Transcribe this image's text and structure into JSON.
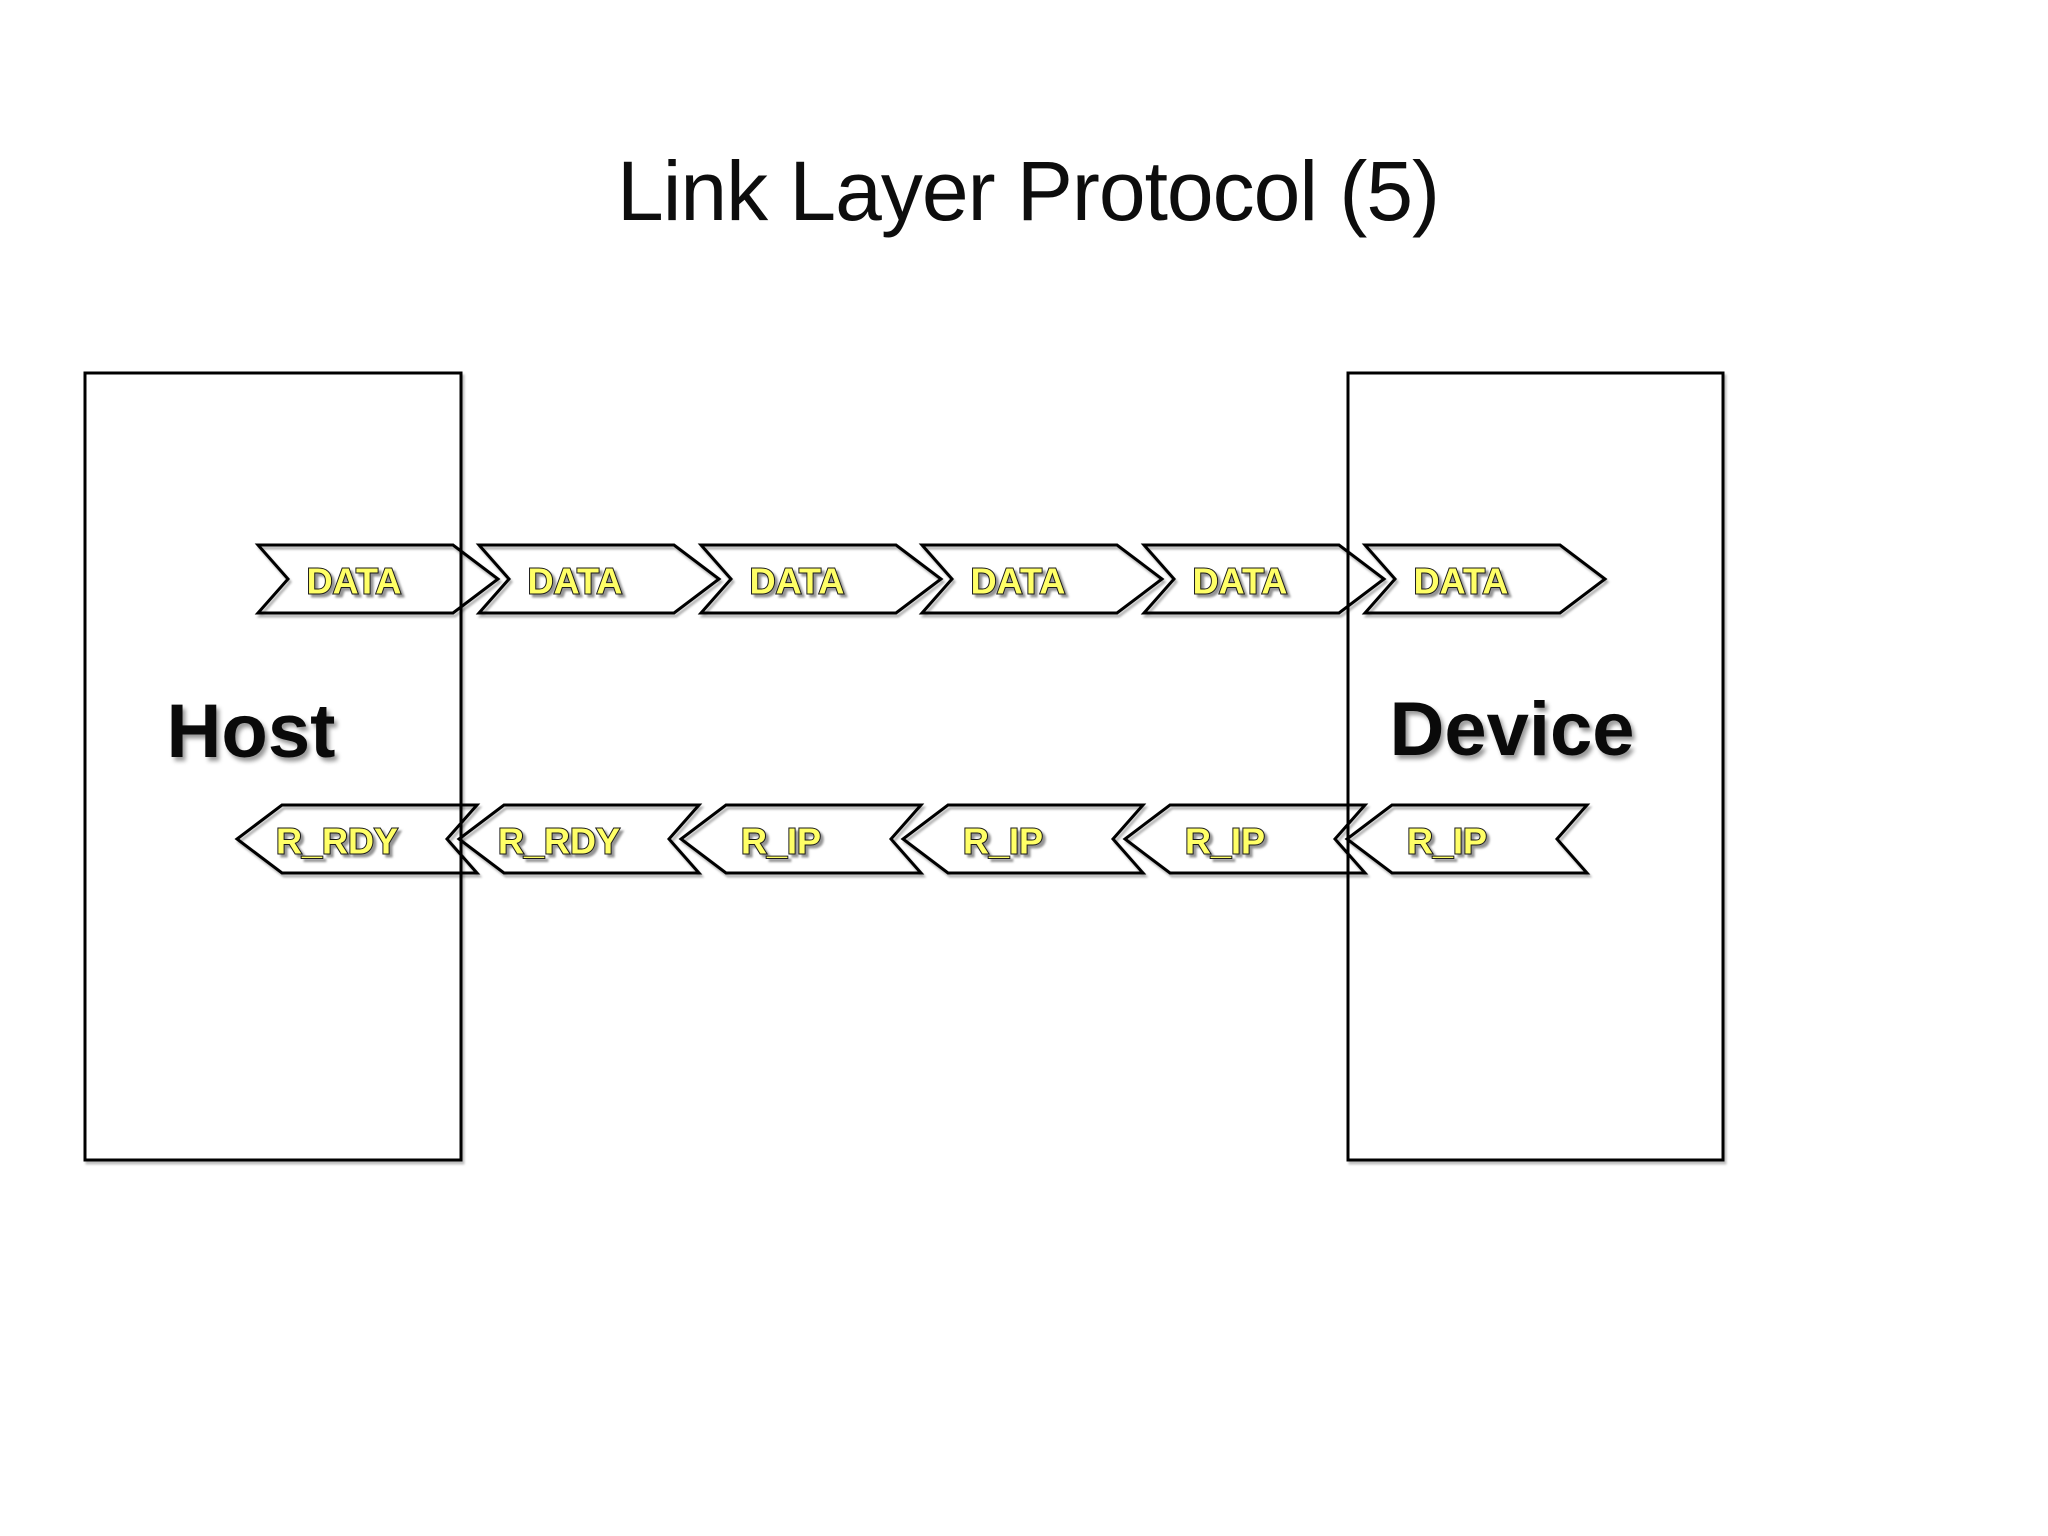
{
  "slide": {
    "title": "Link Layer Protocol (5)"
  },
  "diagram": {
    "host": {
      "label": "Host"
    },
    "device": {
      "label": "Device"
    },
    "data_flow": {
      "direction": "host-to-device",
      "arrows": [
        {
          "label": "DATA"
        },
        {
          "label": "DATA"
        },
        {
          "label": "DATA"
        },
        {
          "label": "DATA"
        },
        {
          "label": "DATA"
        },
        {
          "label": "DATA"
        }
      ]
    },
    "return_flow": {
      "direction": "device-to-host",
      "arrows": [
        {
          "label": "R_RDY"
        },
        {
          "label": "R_RDY"
        },
        {
          "label": "R_IP"
        },
        {
          "label": "R_IP"
        },
        {
          "label": "R_IP"
        },
        {
          "label": "R_IP"
        }
      ]
    },
    "colors": {
      "background": "#FFFFFF",
      "shape_outline": "#000000",
      "arrow_label_fill": "#FFFF66",
      "arrow_label_outline": "#1A1A1A",
      "title_color": "#0D0D0D"
    }
  }
}
